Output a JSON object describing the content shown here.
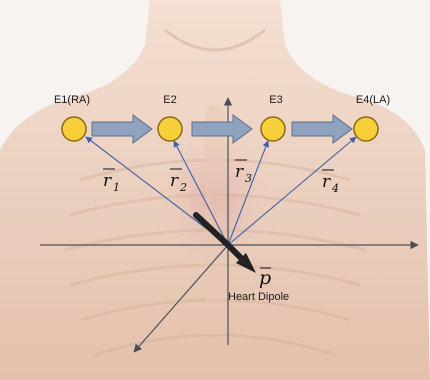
{
  "electrodes": [
    {
      "label": "E1(RA)"
    },
    {
      "label": "E2"
    },
    {
      "label": "E3"
    },
    {
      "label": "E4(LA)"
    }
  ],
  "vectors": [
    {
      "label": "r",
      "sub": "1"
    },
    {
      "label": "r",
      "sub": "2"
    },
    {
      "label": "r",
      "sub": "3"
    },
    {
      "label": "r",
      "sub": "4"
    }
  ],
  "dipole": {
    "symbol": "p",
    "caption": "Heart Dipole"
  },
  "colors": {
    "electrode_fill": "#f7cf3a",
    "electrode_stroke": "#8a6a12",
    "arrow_fill": "#8fa2bf",
    "vector_line": "#3f5fa8",
    "axis": "#4a4f5a",
    "dipole": "#222222",
    "skin": "#e8c9b6"
  }
}
